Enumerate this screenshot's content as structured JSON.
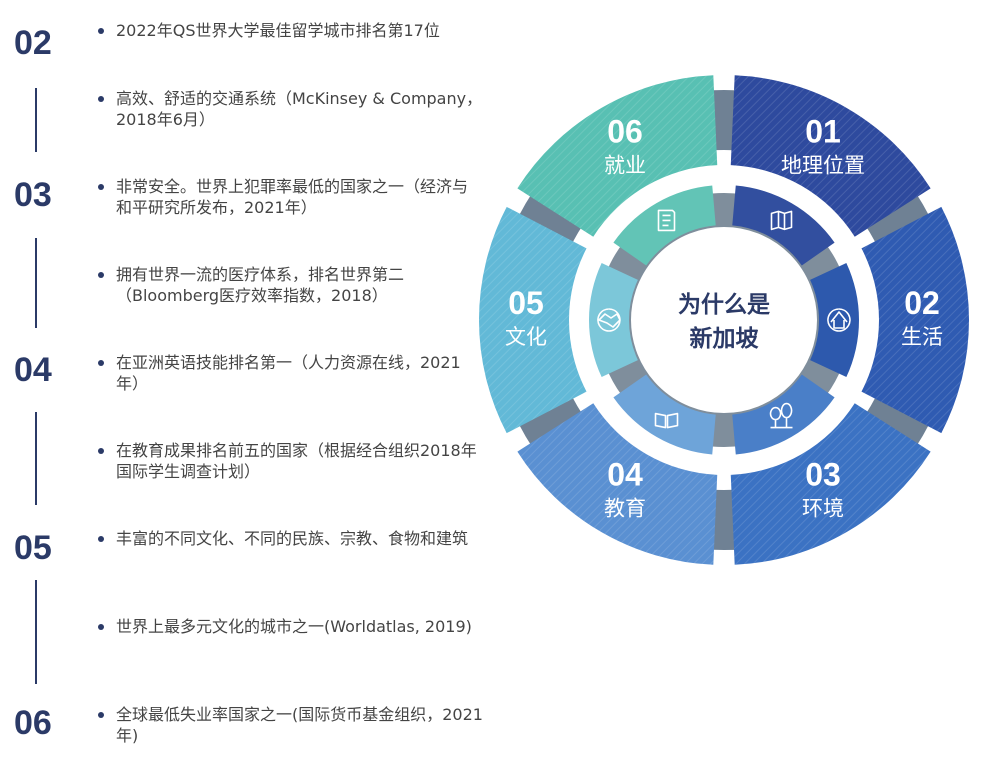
{
  "left": {
    "numbers": [
      "02",
      "03",
      "04",
      "05",
      "06"
    ],
    "items": [
      "2022年QS世界大学最佳留学城市排名第17位",
      "高效、舒适的交通系统（McKinsey & Company，2018年6月）",
      "非常安全。世界上犯罪率最低的国家之一（经济与和平研究所发布，2021年）",
      "拥有世界一流的医疗体系，排名世界第二（Bloomberg医疗效率指数，2018）",
      "在亚洲英语技能排名第一（人力资源在线，2021年）",
      "在教育成果排名前五的国家（根据经合组织2018年国际学生调查计划）",
      "丰富的不同文化、不同的民族、宗教、食物和建筑",
      "世界上最多元文化的城市之一(Worldatlas, 2019)",
      "全球最低失业率国家之一(国际货币基金组织，2021年)"
    ]
  },
  "wheel": {
    "center_line1": "为什么是",
    "center_line2": "新加坡",
    "segments": [
      {
        "num": "01",
        "label": "地理位置",
        "icon": "map-icon",
        "color": "#2e4a9e",
        "inner": "#324f9f"
      },
      {
        "num": "02",
        "label": "生活",
        "icon": "home-badge-icon",
        "color": "#2f5bb2",
        "inner": "#2d59ad"
      },
      {
        "num": "03",
        "label": "环境",
        "icon": "trees-icon",
        "color": "#3b72c3",
        "inner": "#4a7fc8"
      },
      {
        "num": "04",
        "label": "教育",
        "icon": "book-icon",
        "color": "#5a90d2",
        "inner": "#6ea4d9"
      },
      {
        "num": "05",
        "label": "文化",
        "icon": "handshake-icon",
        "color": "#62b9d7",
        "inner": "#7cc7d9"
      },
      {
        "num": "06",
        "label": "就业",
        "icon": "resume-icon",
        "color": "#58c0b3",
        "inner": "#62c4b6"
      }
    ]
  }
}
